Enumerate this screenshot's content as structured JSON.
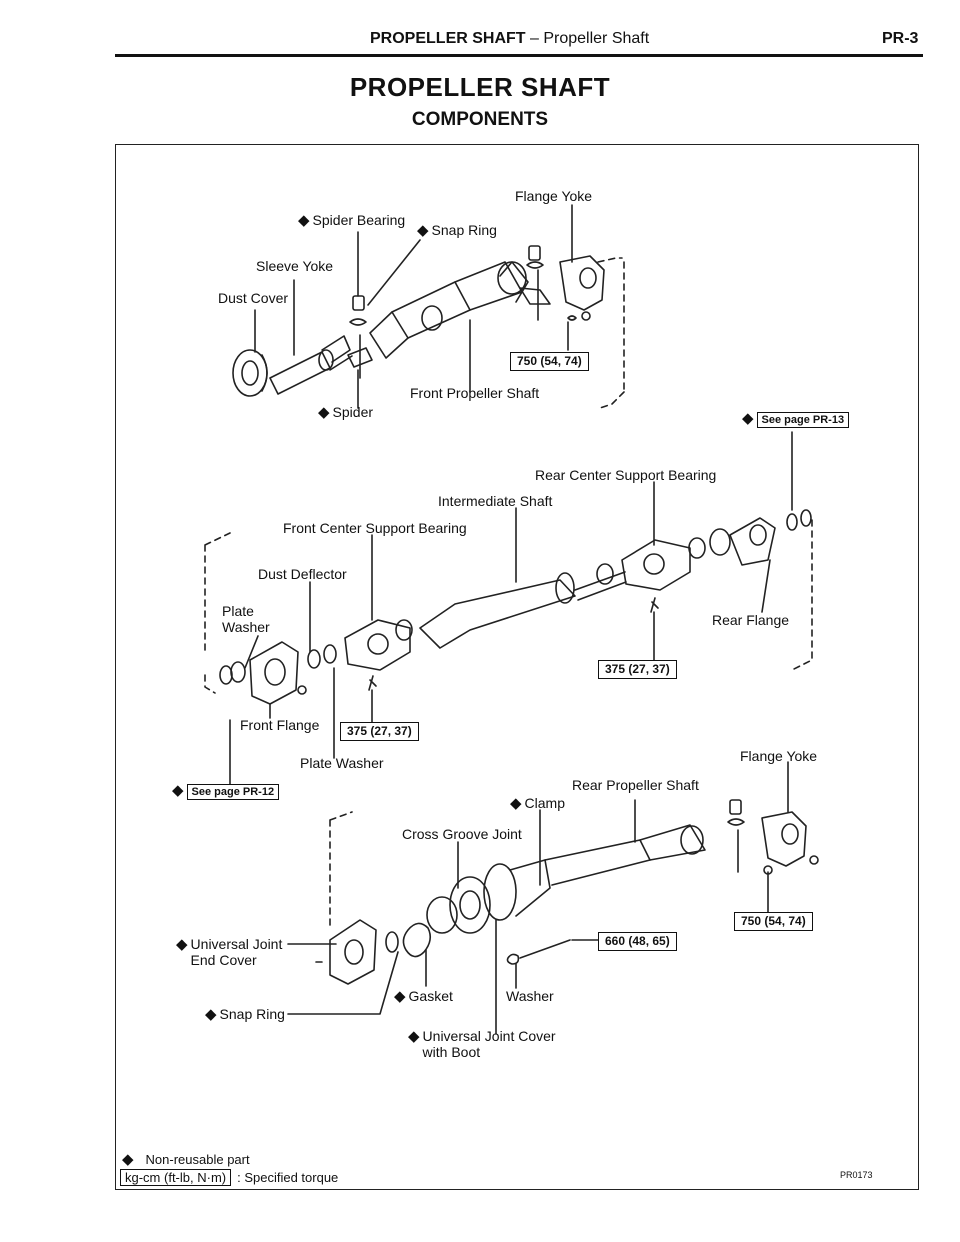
{
  "header": {
    "title_bold": "PROPELLER SHAFT",
    "title_rest": " – Propeller Shaft",
    "page": "PR-3"
  },
  "page_title": "PROPELLER SHAFT",
  "section_title": "COMPONENTS",
  "labels": {
    "flange_yoke_top": "Flange Yoke",
    "spider_bearing": "Spider Bearing",
    "snap_ring_top": "Snap Ring",
    "sleeve_yoke": "Sleeve Yoke",
    "dust_cover": "Dust Cover",
    "front_propeller_shaft": "Front Propeller Shaft",
    "spider": "Spider",
    "rear_center_support_bearing": "Rear Center Support Bearing",
    "intermediate_shaft": "Intermediate Shaft",
    "front_center_support_bearing": "Front Center Support Bearing",
    "dust_deflector": "Dust Deflector",
    "plate_washer_left": "Plate\nWasher",
    "rear_flange": "Rear Flange",
    "front_flange": "Front Flange",
    "plate_washer_bottom": "Plate Washer",
    "flange_yoke_bottom": "Flange Yoke",
    "rear_propeller_shaft": "Rear Propeller Shaft",
    "clamp": "Clamp",
    "cross_groove_joint": "Cross Groove Joint",
    "universal_joint_end_cover": "Universal Joint\nEnd Cover",
    "gasket": "Gasket",
    "washer": "Washer",
    "snap_ring_bottom": "Snap Ring",
    "universal_joint_cover": "Universal Joint Cover\nwith Boot"
  },
  "torques": {
    "front_flange_yoke": "750 (54, 74)",
    "rear_center_bearing": "375 (27, 37)",
    "front_center_bearing": "375 (27, 37)",
    "cross_groove": "660 (48, 65)",
    "rear_flange_yoke": "750 (54, 74)"
  },
  "refs": {
    "upper": "See page PR-13",
    "lower": "See page PR-12"
  },
  "legend": {
    "nonreusable": "Non-reusable part",
    "torque_box": "kg-cm (ft-lb, N·m)",
    "torque_text": ": Specified torque"
  },
  "figure_code": "PR0173",
  "symbols": {
    "nonreusable": "◆"
  }
}
